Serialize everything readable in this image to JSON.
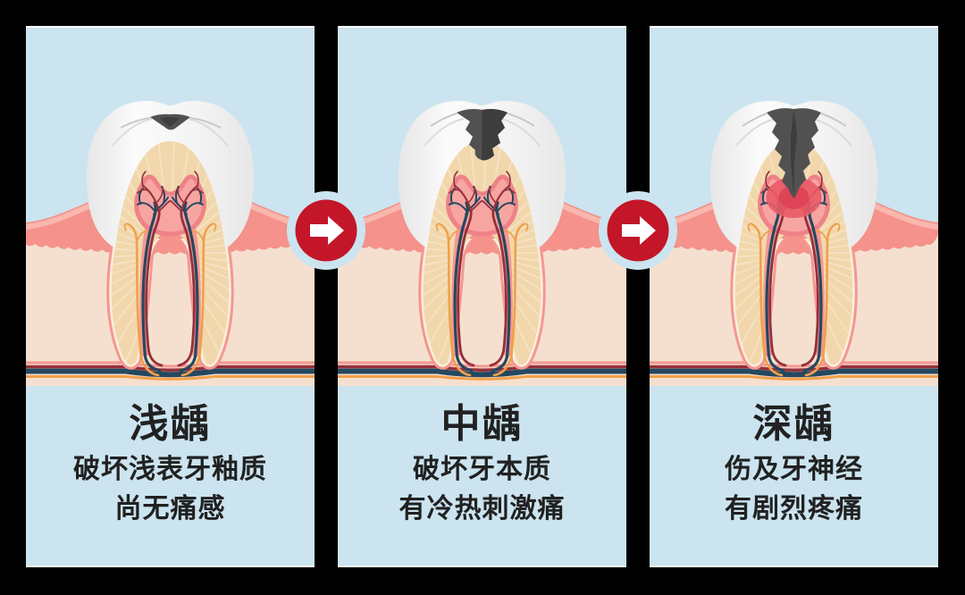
{
  "panels": [
    {
      "stage": 1,
      "stage_name": "shallow-caries",
      "title": "浅龋",
      "description_line1": "破坏浅表牙釉质",
      "description_line2": "尚无痛感"
    },
    {
      "stage": 2,
      "stage_name": "moderate-caries",
      "title": "中龋",
      "description_line1": "破坏牙本质",
      "description_line2": "有冷热刺激痛"
    },
    {
      "stage": 3,
      "stage_name": "deep-caries",
      "title": "深龋",
      "description_line1": "伤及牙神经",
      "description_line2": "有剧烈疼痛"
    }
  ],
  "arrows": [
    {
      "icon": "arrow-right-icon",
      "direction": "right"
    },
    {
      "icon": "arrow-right-icon",
      "direction": "right"
    }
  ],
  "colors": {
    "background": "#000000",
    "panel_background": "#cbe4ef",
    "panel_border": "#ffffff",
    "text": "#212121",
    "arrow_red": "#c31628",
    "arrow_glyph": "#ffffff",
    "gum": "#f4928b",
    "gum_highlight": "#f9b7ae",
    "bone": "#f5e0d0",
    "enamel_light": "#fbfbfb",
    "enamel_shade": "#e7e7e7",
    "dentin": "#f1d7ab",
    "dentin_line": "#fbeedd",
    "periodontal": "#f49791",
    "pulp": "#f7a5a1",
    "pulp_border": "#ee8287",
    "vein_blue": "#24485f",
    "artery_red": "#96303c",
    "nerve_yellow": "#f0a04b",
    "cavity_dark": "#515151",
    "cavity_darker": "#3d3d3d",
    "crack_line": "#c9c9c9",
    "inflamed_glow": "#e95a66"
  }
}
